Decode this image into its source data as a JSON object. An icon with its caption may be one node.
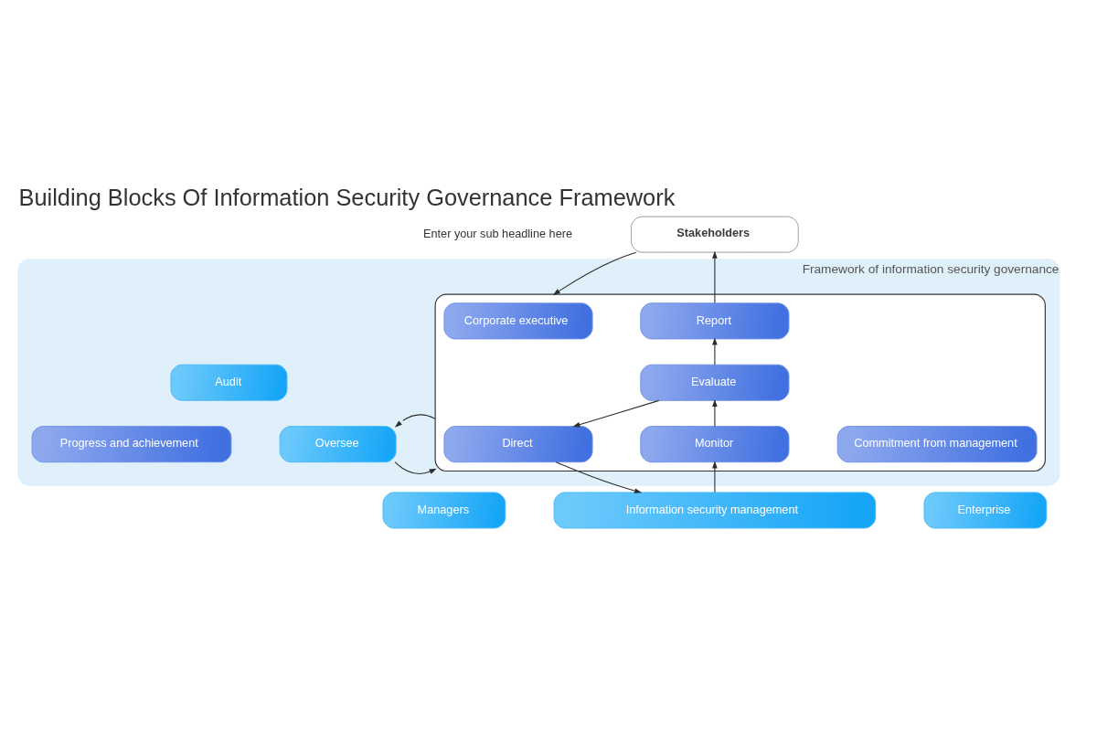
{
  "diagram": {
    "title": "Building Blocks Of Information Security Governance Framework",
    "nodes": [
      {
        "text": [
          "Stakeholders"
        ]
      },
      {
        "text": [
          "Framework of information security governance"
        ]
      },
      {
        "text": [],
        "shape": "box",
        "in": 1
      },
      {
        "text": [
          "Corporate executive"
        ],
        "in": 2
      },
      {
        "text": [
          "Report"
        ],
        "in": 2
      },
      {
        "text": [
          "Evaluate"
        ],
        "in": 2
      },
      {
        "text": [
          "Direct"
        ],
        "in": 2
      },
      {
        "text": [
          "Monitor"
        ],
        "in": 2
      },
      {
        "text": [
          "Commitment from management"
        ],
        "in": 2
      },
      {
        "text": [
          "Progress and achievement"
        ],
        "in": 1
      },
      {
        "text": [
          "Audit"
        ],
        "in": 1
      },
      {
        "text": [
          "Oversee"
        ],
        "in": 1
      },
      {
        "text": [
          "Managers"
        ]
      },
      {
        "text": [
          "Information security management"
        ]
      },
      {
        "text": [
          "Enterprise"
        ]
      }
    ],
    "edges": [
      {
        "from": 0,
        "to": 2,
        "arrow": "to"
      },
      {
        "from": 4,
        "to": 0,
        "arrow": "to"
      },
      {
        "from": 5,
        "to": 4,
        "arrow": "to"
      },
      {
        "from": 5,
        "to": 6,
        "arrow": "to"
      },
      {
        "from": 7,
        "to": 5,
        "arrow": "to"
      },
      {
        "from": 6,
        "to": 13,
        "arrow": "to"
      },
      {
        "from": 13,
        "to": 7,
        "arrow": "to"
      },
      {
        "from": 11,
        "to": 2,
        "arrow": "to"
      },
      {
        "from": 2,
        "to": 11,
        "arrow": "to"
      }
    ],
    "labels": [
      "Enter your sub headline here"
    ]
  }
}
